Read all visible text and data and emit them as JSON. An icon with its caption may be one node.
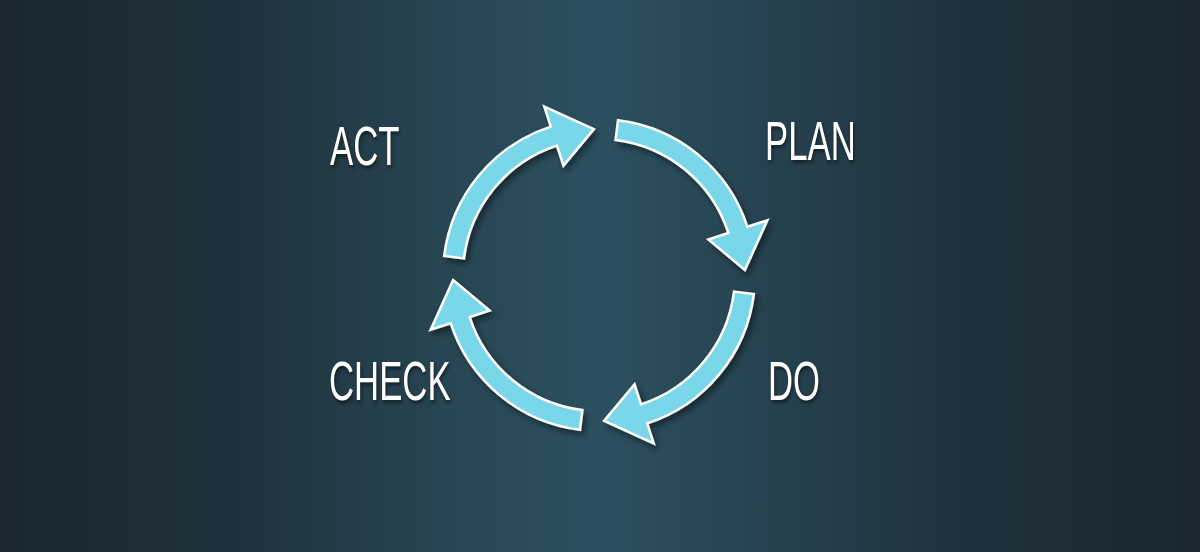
{
  "diagram": {
    "labels": [
      "ACT",
      "PLAN",
      "CHECK",
      "DO"
    ]
  }
}
